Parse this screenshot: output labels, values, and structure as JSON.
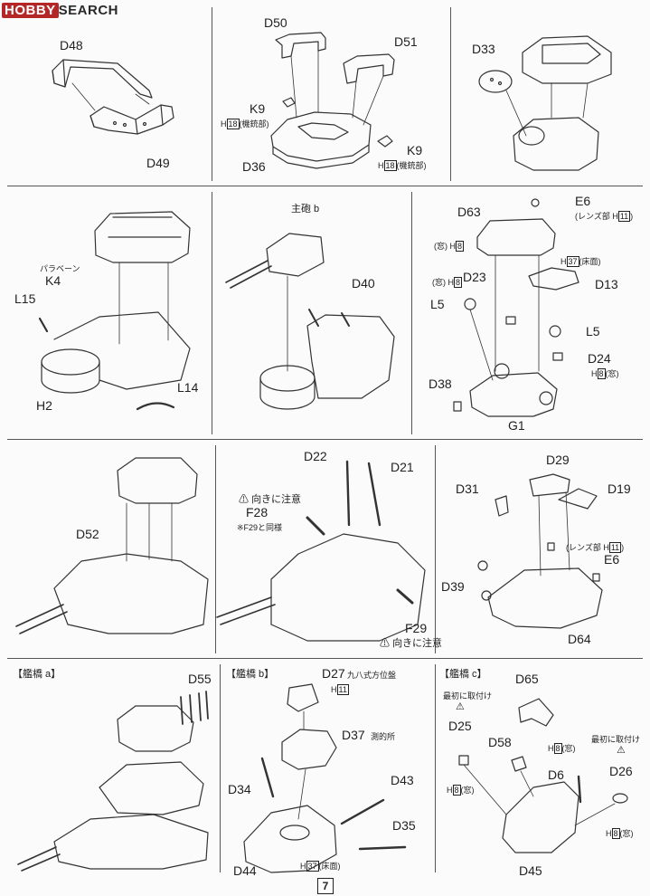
{
  "header": {
    "logo_red": "HOBBY",
    "logo_rest": "SEARCH"
  },
  "page_number": "7",
  "colors": {
    "line": "#333333",
    "panel_divider": "#555555",
    "logo_red": "#b52727"
  },
  "panel1": {
    "parts": [
      "D48",
      "D49"
    ]
  },
  "panel2": {
    "parts": [
      "D50",
      "D51",
      "K9",
      "K9",
      "D36"
    ],
    "note_prefix": "H",
    "note_num": "18",
    "note_suffix": "(機銃部)"
  },
  "panel3": {
    "parts": [
      "D33"
    ]
  },
  "panel4": {
    "parts": [
      "K4",
      "L15",
      "H2",
      "L14"
    ],
    "k4_note": "パラベーン"
  },
  "panel5": {
    "parts": [
      "D40"
    ],
    "gun_label": "主砲 b"
  },
  "panel6": {
    "parts": [
      "D63",
      "E6",
      "D23",
      "D13",
      "L5",
      "L5",
      "D24",
      "D38",
      "G1"
    ],
    "lens_note": "(レンズ部 H",
    "lens_num": "11",
    "close": ")",
    "window_pre": "(窓) H",
    "num8": "8",
    "floor_pre": "H",
    "num37": "37",
    "floor_suf": "(床面)",
    "window_post_pre": "H",
    "window_post_suf": "(窓)"
  },
  "panel7": {
    "parts": [
      "D52"
    ]
  },
  "panel8": {
    "parts": [
      "D22",
      "D21",
      "F28",
      "F29"
    ],
    "caution": "向きに注意",
    "f28_note": "※F29と同様"
  },
  "panel9": {
    "parts": [
      "D29",
      "D31",
      "D19",
      "E6",
      "D39",
      "D64"
    ],
    "lens_note": "(レンズ部 H",
    "lens_num": "11",
    "close": ")"
  },
  "panel10": {
    "section": "【艦橋 a】",
    "parts": [
      "D55"
    ]
  },
  "panel11": {
    "section": "【艦橋 b】",
    "parts": [
      "D27",
      "D37",
      "D34",
      "D43",
      "D35",
      "D44"
    ],
    "d27_note": "九八式方位盤",
    "d37_note": "測的所",
    "h_pre": "H",
    "num11": "11",
    "num37": "37",
    "floor_suf": "(床面)"
  },
  "panel12": {
    "section": "【艦橋 c】",
    "parts": [
      "D65",
      "D25",
      "D58",
      "D26",
      "D6",
      "D45"
    ],
    "first_attach": "最初に取付け",
    "h_pre": "H",
    "num8": "8",
    "window_suf": "(窓)"
  }
}
